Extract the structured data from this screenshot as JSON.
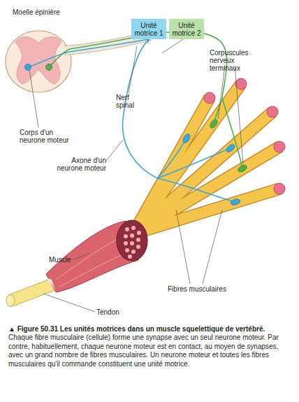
{
  "diagram": {
    "caption": "▲ Figure 50.31 Les unités motrices dans un muscle squelettique de vertébré. Chaque fibre musculaire (cellule) forme une synapse avec un seul neurone moteur. Par contre, habituellement, chaque neurone moteur est en contact, au moyen de synapses, avec un grand nombre de fibres musculaires. Un neurone moteur et toutes les fibres musculaires qu'il commande constituent une unité motrice.",
    "nodes": [
      {
        "text": [
          "Unité motrice 1"
        ]
      },
      {
        "text": [
          "Unité motrice 2"
        ]
      }
    ],
    "labels": [
      "Moelle épinière",
      "Corpuscules nerveux terminaux",
      "Nerf spinal",
      "Corps d'un neurone moteur",
      "Axone d'un neurone moteur",
      "Muscle",
      "Fibres musculaires",
      "Tendon"
    ]
  }
}
